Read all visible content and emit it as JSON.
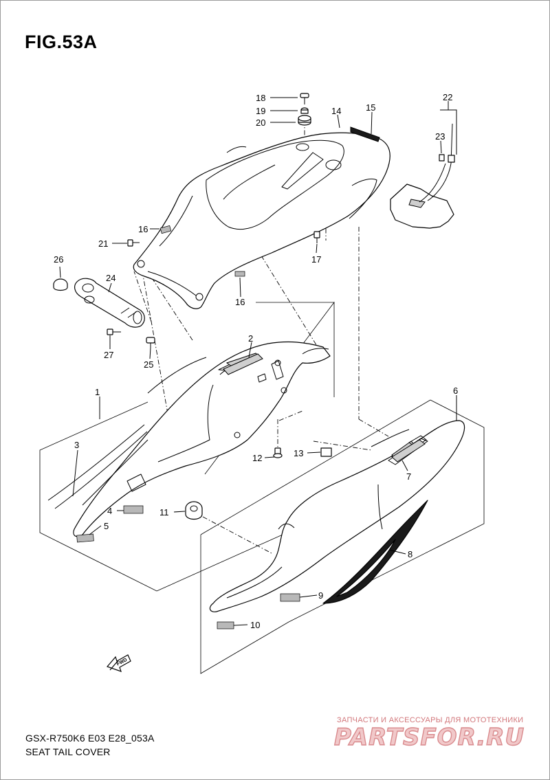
{
  "figure": {
    "title": "FIG.53A",
    "model_code": "GSX-R750K6 E03 E28_053A",
    "caption": "SEAT TAIL COVER",
    "fwd_label": "FWD"
  },
  "callouts": {
    "c1": "1",
    "c2": "2",
    "c3": "3",
    "c4": "4",
    "c5": "5",
    "c6": "6",
    "c7": "7",
    "c8": "8",
    "c9": "9",
    "c10": "10",
    "c11": "11",
    "c12": "12",
    "c13": "13",
    "c14": "14",
    "c15": "15",
    "c16a": "16",
    "c16b": "16",
    "c17": "17",
    "c18": "18",
    "c19": "19",
    "c20": "20",
    "c21": "21",
    "c22": "22",
    "c23": "23",
    "c24": "24",
    "c25": "25",
    "c26": "26",
    "c27": "27"
  },
  "watermark": {
    "subtitle": "ЗАПЧАСТИ И АКСЕССУАРЫ ДЛЯ МОТОТЕХНИКИ",
    "logo": "PARTSFOR.RU"
  },
  "colors": {
    "line": "#000000",
    "sticker": "#b8b8b8",
    "watermark_text": "#d2777b",
    "watermark_logo": "#d98a8d"
  }
}
